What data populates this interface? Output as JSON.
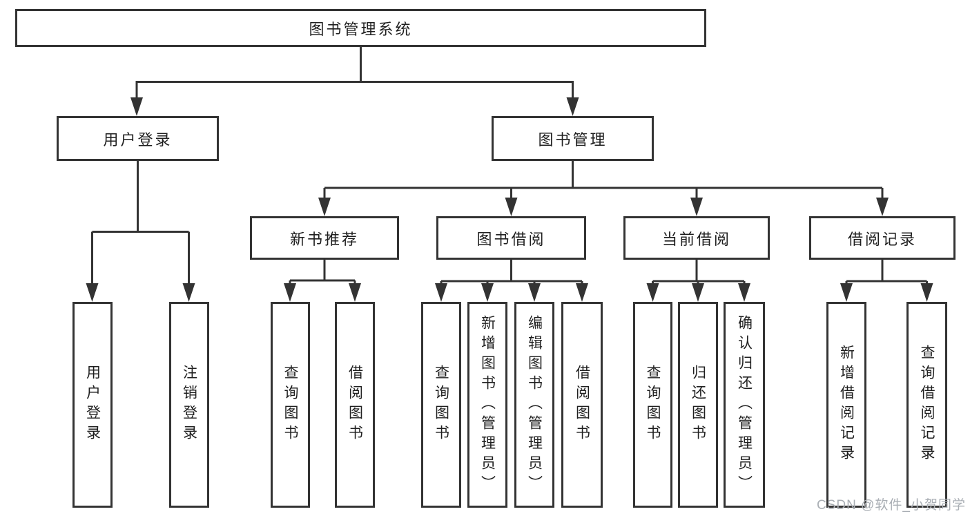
{
  "diagram": {
    "root": "图书管理系统",
    "level1": [
      {
        "label": "用户登录",
        "children": [
          {
            "label": "用户登录"
          },
          {
            "label": "注销登录"
          }
        ]
      },
      {
        "label": "图书管理",
        "children": [
          {
            "label": "新书推荐",
            "children": [
              {
                "label": "查询图书"
              },
              {
                "label": "借阅图书"
              }
            ]
          },
          {
            "label": "图书借阅",
            "children": [
              {
                "label": "查询图书"
              },
              {
                "label": "新增图书（管理员）"
              },
              {
                "label": "编辑图书（管理员）"
              },
              {
                "label": "借阅图书"
              }
            ]
          },
          {
            "label": "当前借阅",
            "children": [
              {
                "label": "查询图书"
              },
              {
                "label": "归还图书"
              },
              {
                "label": "确认归还（管理员）"
              }
            ]
          },
          {
            "label": "借阅记录",
            "children": [
              {
                "label": "新增借阅记录"
              },
              {
                "label": "查询借阅记录"
              }
            ]
          }
        ]
      }
    ]
  },
  "watermark": {
    "text": "CSDN @软件_小贺同学"
  },
  "colors": {
    "line": "#333333",
    "text": "#1f1f1f",
    "watermark": "#a9aeb4",
    "background": "#ffffff"
  }
}
